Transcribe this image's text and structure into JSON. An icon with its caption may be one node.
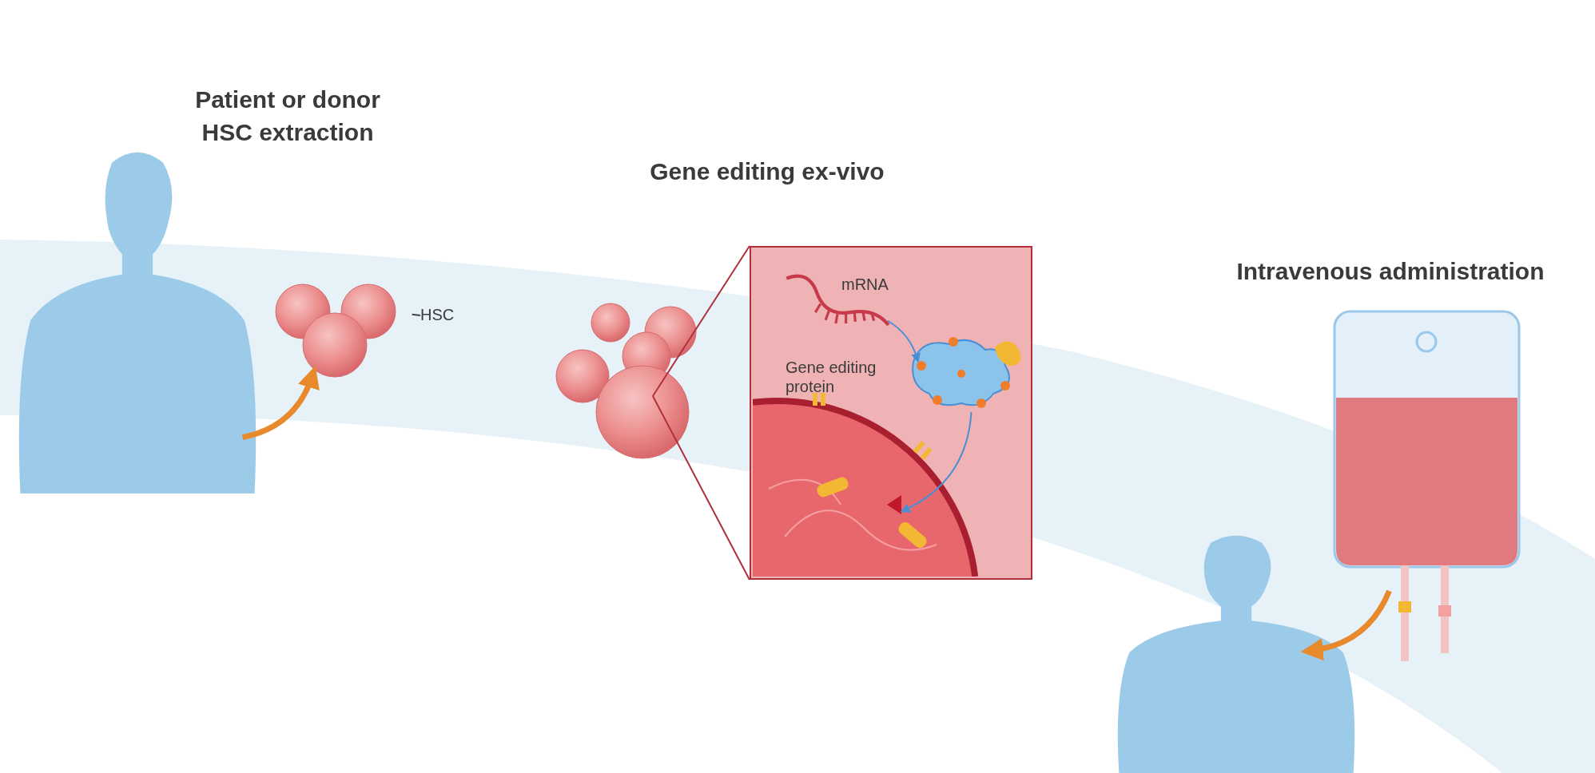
{
  "diagram": {
    "nodes": [
      {
        "text": [],
        "shape": "person"
      },
      {
        "text": [],
        "shape": "picture"
      },
      {
        "text": [
          "HSC"
        ]
      },
      {
        "text": [],
        "shape": "picture"
      },
      {
        "text": [],
        "shape": "box"
      },
      {
        "text": [
          "mRNA"
        ],
        "in": 4
      },
      {
        "text": [
          "Gene editing protein"
        ],
        "in": 4
      },
      {
        "text": [],
        "shape": "picture",
        "in": 4
      },
      {
        "text": [],
        "shape": "picture"
      },
      {
        "text": [],
        "shape": "person"
      }
    ],
    "edges": [
      {
        "from": 0,
        "to": 1,
        "arrow": "to",
        "color": "#e8892b",
        "style": "thick"
      },
      {
        "from": 2,
        "to": 1,
        "arrow": "none",
        "color": "#444444"
      },
      {
        "from": 3,
        "to": 4,
        "arrow": "none",
        "color": "#b0303a"
      },
      {
        "from": 5,
        "to": 6,
        "arrow": "to",
        "color": "#4a8fd6"
      },
      {
        "from": 6,
        "to": 7,
        "arrow": "to",
        "color": "#4a8fd6"
      },
      {
        "from": 8,
        "to": 9,
        "arrow": "to",
        "color": "#e8892b",
        "style": "thick"
      }
    ],
    "labels": [
      "Patient or donor HSC extraction",
      "Gene editing ex-vivo",
      "Intravenous administration"
    ]
  }
}
